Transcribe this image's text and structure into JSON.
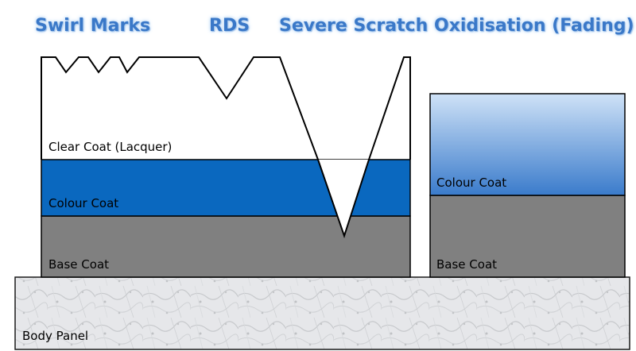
{
  "headings": {
    "swirl": "Swirl Marks",
    "rds": "RDS",
    "scratch": "Severe Scratch",
    "oxidisation": "Oxidisation (Fading)"
  },
  "left_stack": {
    "clear_coat": "Clear Coat (Lacquer)",
    "colour_coat": "Colour Coat",
    "base_coat": "Base Coat"
  },
  "right_stack": {
    "colour_coat": "Colour Coat",
    "base_coat": "Base Coat"
  },
  "body_panel": "Body Panel",
  "colors": {
    "colour_coat": "#0a68bf",
    "faded_top": "#c6dcf5",
    "faded_bottom": "#3e7fcb",
    "base_coat": "#808080",
    "body_panel": "#e4e6e9",
    "heading": "#3a78c8"
  }
}
